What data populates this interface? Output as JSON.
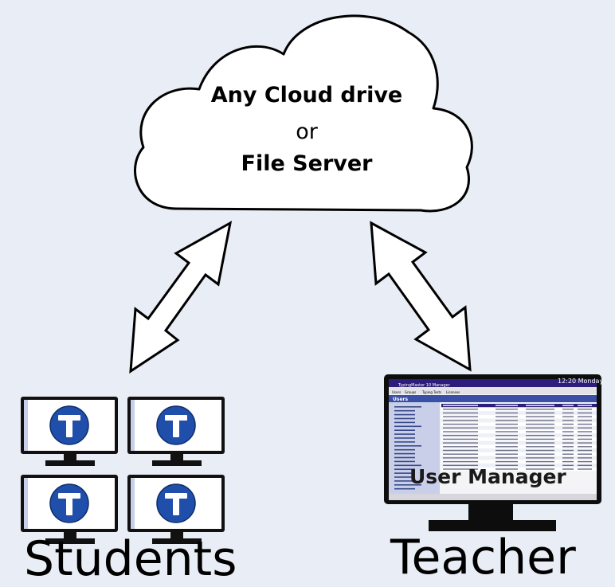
{
  "cloud": {
    "line1": "Any Cloud drive",
    "line2": "or",
    "line3": "File Server"
  },
  "labels": {
    "students": "Students",
    "teacher": "Teacher",
    "user_manager": "User Manager"
  },
  "teacher_screen": {
    "clock": "12:20 Monday",
    "app_title": "TypingMaster 10 Manager",
    "tabs": [
      "Users",
      "Groups",
      "Typing Tests",
      "Licenses"
    ],
    "section_heading": "Users"
  },
  "colors": {
    "background": "#e9edf5",
    "logo_blue": "#1f4faa",
    "title_bar": "#2c1e7a",
    "sidebar": "#c9cfe8"
  }
}
